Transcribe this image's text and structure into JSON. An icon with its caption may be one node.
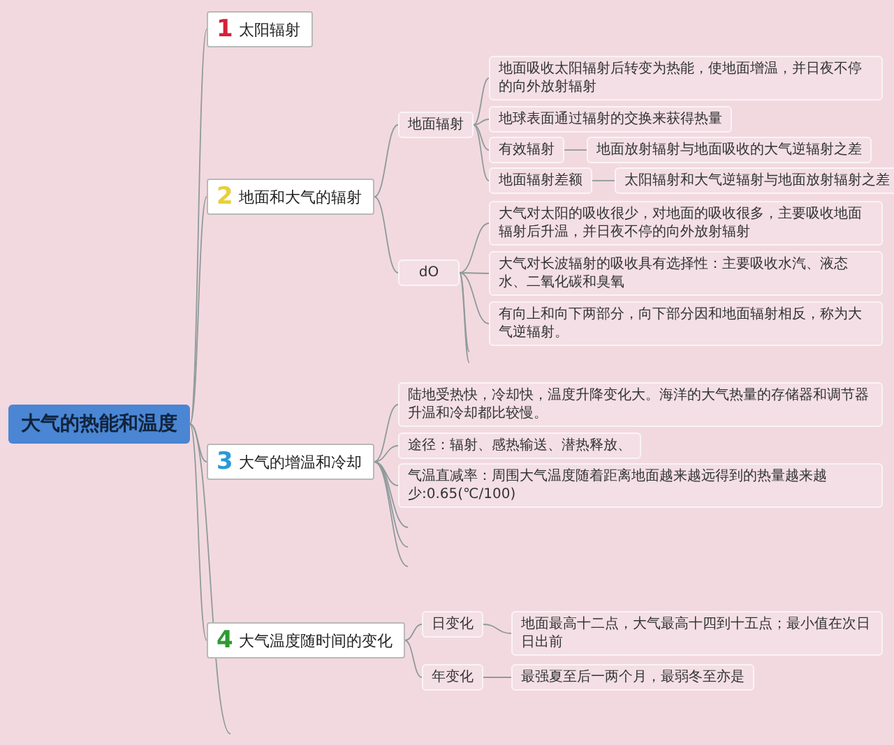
{
  "diagram": {
    "nodes": [
      {
        "text": [
          "大气的热能和温度"
        ]
      },
      {
        "text": [
          "1",
          "太阳辐射"
        ]
      },
      {
        "text": [
          "2",
          "地面和大气的辐射"
        ]
      },
      {
        "text": [
          "地面辐射"
        ]
      },
      {
        "text": [
          "地面吸收太阳辐射后转变为热能，使地面增温，并日夜不停的向外放射辐射"
        ]
      },
      {
        "text": [
          "地球表面通过辐射的交换来获得热量"
        ]
      },
      {
        "text": [
          "有效辐射"
        ]
      },
      {
        "text": [
          "地面放射辐射与地面吸收的大气逆辐射之差"
        ]
      },
      {
        "text": [
          "地面辐射差额"
        ]
      },
      {
        "text": [
          "太阳辐射和大气逆辐射与地面放射辐射之差"
        ]
      },
      {
        "text": [
          "dO"
        ]
      },
      {
        "text": [
          "大气对太阳的吸收很少，对地面的吸收很多，主要吸收地面辐射后升温，并日夜不停的向外放射辐射"
        ]
      },
      {
        "text": [
          "大气对长波辐射的吸收具有选择性：主要吸收水汽、液态水、二氧化碳和臭氧"
        ]
      },
      {
        "text": [
          "有向上和向下两部分，向下部分因和地面辐射相反，称为大气逆辐射。"
        ]
      },
      {
        "text": [
          "3",
          "大气的增温和冷却"
        ]
      },
      {
        "text": [
          "陆地受热快，冷却快，温度升降变化大。海洋的大气热量的存储器和调节器升温和冷却都比较慢。"
        ]
      },
      {
        "text": [
          "途径：辐射、感热输送、潜热释放、"
        ]
      },
      {
        "text": [
          "气温直减率：周围大气温度随着距离地面越来越远得到的热量越来越少:0.65(℃/100)"
        ]
      },
      {
        "text": [
          "4",
          "大气温度随时间的变化"
        ]
      },
      {
        "text": [
          "日变化"
        ]
      },
      {
        "text": [
          "地面最高十二点，大气最高十四到十五点；最小值在次日日出前"
        ]
      },
      {
        "text": [
          "年变化"
        ]
      },
      {
        "text": [
          "最强夏至后一两个月，最弱冬至亦是"
        ]
      }
    ],
    "edges": [
      {
        "from": 0,
        "to": 1,
        "arrow": "none"
      },
      {
        "from": 0,
        "to": 2,
        "arrow": "none"
      },
      {
        "from": 0,
        "to": 14,
        "arrow": "none"
      },
      {
        "from": 0,
        "to": 18,
        "arrow": "none"
      },
      {
        "from": 0,
        "to": null,
        "arrow": "none"
      },
      {
        "from": 2,
        "to": 3,
        "arrow": "none"
      },
      {
        "from": 2,
        "to": 10,
        "arrow": "none"
      },
      {
        "from": 3,
        "to": 4,
        "arrow": "none"
      },
      {
        "from": 3,
        "to": 5,
        "arrow": "none"
      },
      {
        "from": 3,
        "to": 6,
        "arrow": "none"
      },
      {
        "from": 3,
        "to": 8,
        "arrow": "none"
      },
      {
        "from": 6,
        "to": 7,
        "arrow": "none"
      },
      {
        "from": 8,
        "to": 9,
        "arrow": "none"
      },
      {
        "from": 10,
        "to": 11,
        "arrow": "none"
      },
      {
        "from": 10,
        "to": 12,
        "arrow": "none"
      },
      {
        "from": 10,
        "to": 13,
        "arrow": "none"
      },
      {
        "from": 10,
        "to": null,
        "arrow": "none"
      },
      {
        "from": 10,
        "to": null,
        "arrow": "none"
      },
      {
        "from": 14,
        "to": 15,
        "arrow": "none"
      },
      {
        "from": 14,
        "to": 16,
        "arrow": "none"
      },
      {
        "from": 14,
        "to": 17,
        "arrow": "none"
      },
      {
        "from": 14,
        "to": null,
        "arrow": "none"
      },
      {
        "from": 14,
        "to": null,
        "arrow": "none"
      },
      {
        "from": 14,
        "to": null,
        "arrow": "none"
      },
      {
        "from": 18,
        "to": 19,
        "arrow": "none"
      },
      {
        "from": 18,
        "to": 21,
        "arrow": "none"
      },
      {
        "from": 19,
        "to": 20,
        "arrow": "none"
      },
      {
        "from": 21,
        "to": 22,
        "arrow": "none"
      }
    ]
  }
}
